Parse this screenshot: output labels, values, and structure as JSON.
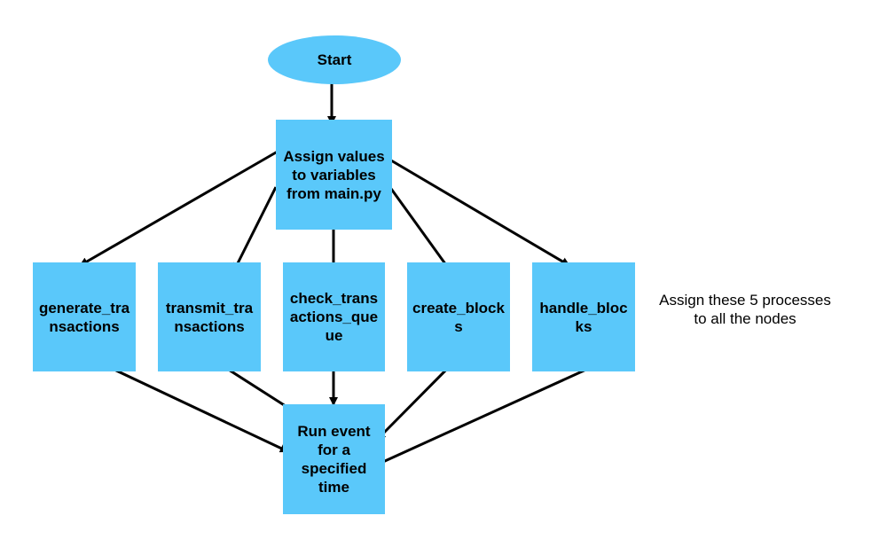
{
  "nodes": {
    "start": "Start",
    "assign": "Assign values to variables from main.py",
    "generate": "generate_transactions",
    "transmit": "transmit_transactions",
    "check": "check_transactions_queue",
    "create": "create_blocks",
    "handle": "handle_blocks",
    "run": "Run event for a specified time"
  },
  "note": {
    "line1": "Assign these 5 processes",
    "line2": "to all the nodes"
  },
  "colors": {
    "node_fill": "#5ac8fa",
    "arrow": "#000000"
  }
}
